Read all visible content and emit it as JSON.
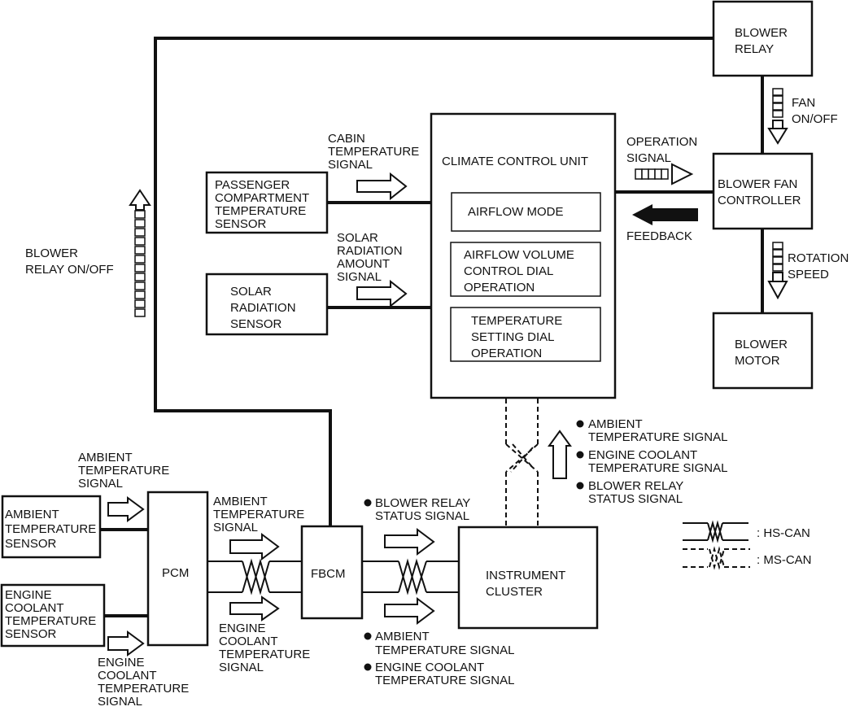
{
  "diagram": {
    "components": {
      "blower_relay": [
        "BLOWER",
        "RELAY"
      ],
      "climate_control_unit": "CLIMATE CONTROL UNIT",
      "airflow_mode": "AIRFLOW MODE",
      "airflow_volume": [
        "AIRFLOW VOLUME",
        "CONTROL DIAL",
        "OPERATION"
      ],
      "temperature_setting": [
        "TEMPERATURE",
        "SETTING DIAL",
        "OPERATION"
      ],
      "passenger_sensor": [
        "PASSENGER",
        "COMPARTMENT",
        "TEMPERATURE",
        "SENSOR"
      ],
      "solar_sensor": [
        "SOLAR",
        "RADIATION",
        "SENSOR"
      ],
      "blower_fan_controller": [
        "BLOWER FAN",
        "CONTROLLER"
      ],
      "blower_motor": [
        "BLOWER",
        "MOTOR"
      ],
      "ambient_sensor": [
        "AMBIENT",
        "TEMPERATURE",
        "SENSOR"
      ],
      "engine_coolant_sensor": [
        "ENGINE",
        "COOLANT",
        "TEMPERATURE",
        "SENSOR"
      ],
      "pcm": "PCM",
      "fbcm": "FBCM",
      "instrument_cluster": [
        "INSTRUMENT",
        "CLUSTER"
      ]
    },
    "signals": {
      "cabin_temp": [
        "CABIN",
        "TEMPERATURE",
        "SIGNAL"
      ],
      "solar_amount": [
        "SOLAR",
        "RADIATION",
        "AMOUNT",
        "SIGNAL"
      ],
      "operation": [
        "OPERATION",
        "SIGNAL"
      ],
      "feedback": "FEEDBACK",
      "fan_onoff": [
        "FAN",
        "ON/OFF"
      ],
      "rotation_speed": [
        "ROTATION",
        "SPEED"
      ],
      "blower_relay_onoff": [
        "BLOWER",
        "RELAY ON/OFF"
      ],
      "ambient_to_pcm": [
        "AMBIENT",
        "TEMPERATURE",
        "SIGNAL"
      ],
      "coolant_to_pcm": [
        "ENGINE",
        "COOLANT",
        "TEMPERATURE",
        "SIGNAL"
      ],
      "ambient_pcm_fbcm": [
        "AMBIENT",
        "TEMPERATURE",
        "SIGNAL"
      ],
      "coolant_pcm_fbcm": [
        "ENGINE",
        "COOLANT",
        "TEMPERATURE",
        "SIGNAL"
      ],
      "fbcm_to_cluster_top": [
        "BLOWER RELAY",
        "STATUS SIGNAL"
      ],
      "fbcm_to_cluster_bottom": [
        [
          "AMBIENT",
          "TEMPERATURE SIGNAL"
        ],
        [
          "ENGINE COOLANT",
          "TEMPERATURE SIGNAL"
        ]
      ],
      "cluster_to_ccu": [
        [
          "AMBIENT",
          "TEMPERATURE SIGNAL"
        ],
        [
          "ENGINE COOLANT",
          "TEMPERATURE SIGNAL"
        ],
        [
          "BLOWER RELAY",
          "STATUS SIGNAL"
        ]
      ]
    },
    "legend": {
      "hs_can": ": HS-CAN",
      "ms_can": ": MS-CAN"
    }
  }
}
